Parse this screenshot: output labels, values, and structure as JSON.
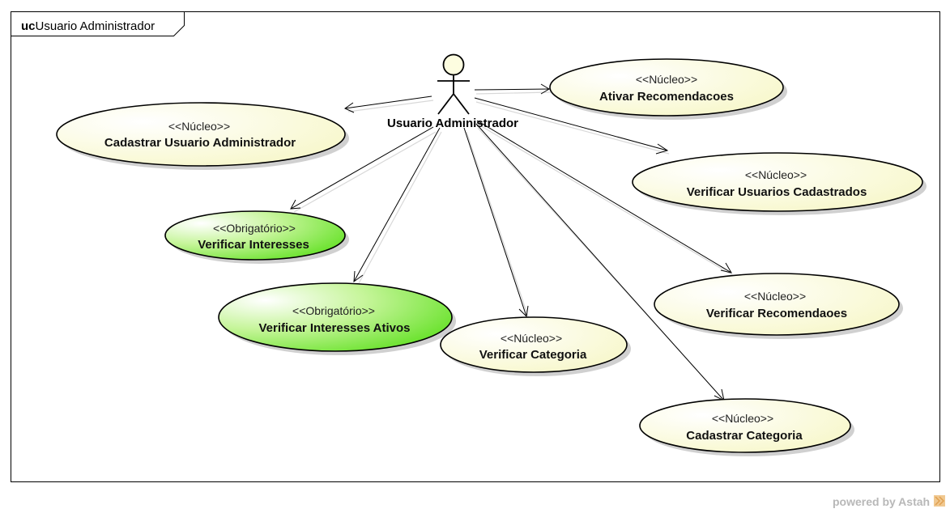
{
  "frame": {
    "keyword": "uc",
    "title": "Usuario Administrador"
  },
  "actor": {
    "name": "Usuario Administrador"
  },
  "use_cases": [
    {
      "id": "ativar-recomendacoes",
      "stereotype": "<<Núcleo>>",
      "name": "Ativar Recomendacoes",
      "kind": "nucleo"
    },
    {
      "id": "cadastrar-usuario-administrador",
      "stereotype": "<<Núcleo>>",
      "name": "Cadastrar Usuario Administrador",
      "kind": "nucleo"
    },
    {
      "id": "verificar-usuarios-cadastrados",
      "stereotype": "<<Núcleo>>",
      "name": "Verificar Usuarios Cadastrados",
      "kind": "nucleo"
    },
    {
      "id": "verificar-interesses",
      "stereotype": "<<Obrigatório>>",
      "name": "Verificar Interesses",
      "kind": "obrigatorio"
    },
    {
      "id": "verificar-recomendaoes",
      "stereotype": "<<Núcleo>>",
      "name": "Verificar Recomendaoes",
      "kind": "nucleo"
    },
    {
      "id": "verificar-interesses-ativos",
      "stereotype": "<<Obrigatório>>",
      "name": "Verificar Interesses Ativos",
      "kind": "obrigatorio"
    },
    {
      "id": "verificar-categoria",
      "stereotype": "<<Núcleo>>",
      "name": "Verificar Categoria",
      "kind": "nucleo"
    },
    {
      "id": "cadastrar-categoria",
      "stereotype": "<<Núcleo>>",
      "name": "Cadastrar Categoria",
      "kind": "nucleo"
    }
  ],
  "colors": {
    "nucleo": "#fdfde0",
    "obrigatorio": "#7fe83a",
    "stroke": "#000000"
  },
  "watermark": {
    "prefix": "powered by ",
    "brand": "Astah"
  }
}
